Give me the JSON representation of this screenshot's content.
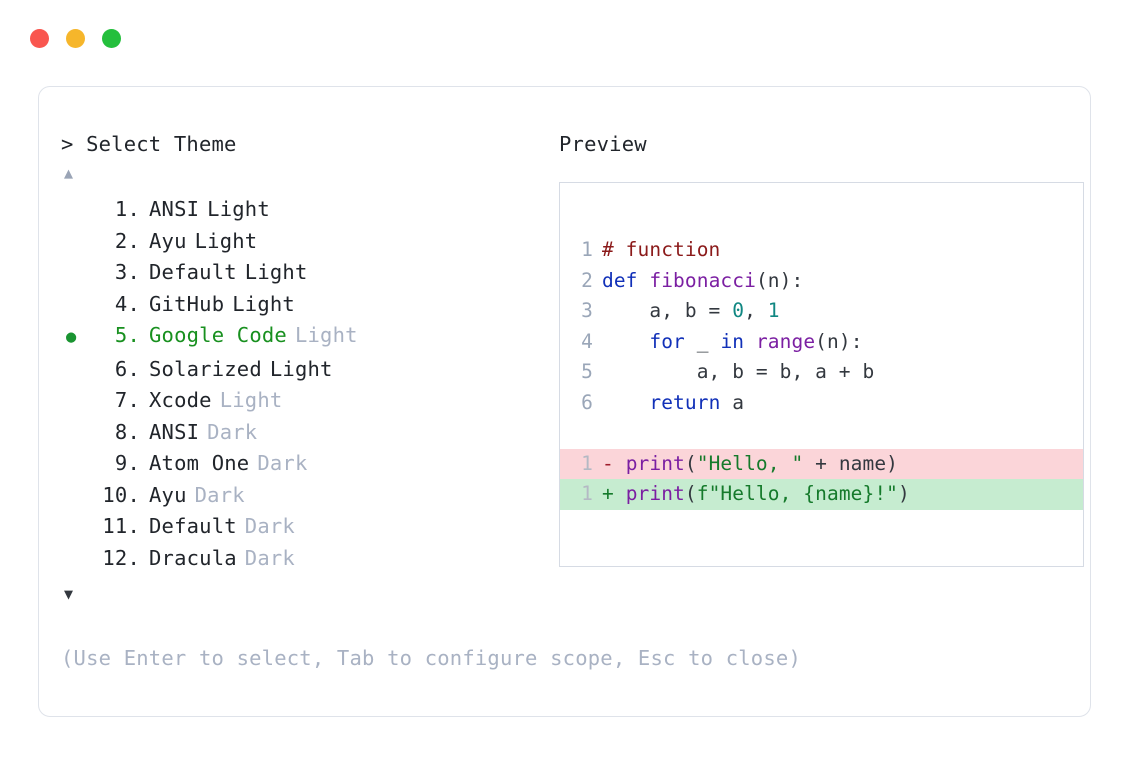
{
  "titlebar": {
    "dots": [
      {
        "name": "close-dot",
        "color": "#f9564f"
      },
      {
        "name": "minimize-dot",
        "color": "#f6b62b"
      },
      {
        "name": "maximize-dot",
        "color": "#24bf3c"
      }
    ]
  },
  "selector": {
    "prompt": "> Select Theme",
    "scroll_up": "▲",
    "scroll_down": "▼",
    "selected_index": 5,
    "bullet": "●",
    "items": [
      {
        "index": "1.",
        "name": "ANSI",
        "variant": "Light",
        "variant_muted": false,
        "selected": false
      },
      {
        "index": "2.",
        "name": "Ayu",
        "variant": "Light",
        "variant_muted": false,
        "selected": false
      },
      {
        "index": "3.",
        "name": "Default",
        "variant": "Light",
        "variant_muted": false,
        "selected": false
      },
      {
        "index": "4.",
        "name": "GitHub",
        "variant": "Light",
        "variant_muted": false,
        "selected": false
      },
      {
        "index": "5.",
        "name": "Google Code",
        "variant": "Light",
        "variant_muted": true,
        "selected": true
      },
      {
        "index": "6.",
        "name": "Solarized",
        "variant": "Light",
        "variant_muted": false,
        "selected": false
      },
      {
        "index": "7.",
        "name": "Xcode",
        "variant": "Light",
        "variant_muted": true,
        "selected": false
      },
      {
        "index": "8.",
        "name": "ANSI",
        "variant": "Dark",
        "variant_muted": true,
        "selected": false
      },
      {
        "index": "9.",
        "name": "Atom One",
        "variant": "Dark",
        "variant_muted": true,
        "selected": false
      },
      {
        "index": "10.",
        "name": "Ayu",
        "variant": "Dark",
        "variant_muted": true,
        "selected": false
      },
      {
        "index": "11.",
        "name": "Default",
        "variant": "Dark",
        "variant_muted": true,
        "selected": false
      },
      {
        "index": "12.",
        "name": "Dracula",
        "variant": "Dark",
        "variant_muted": true,
        "selected": false
      }
    ],
    "hint": "(Use Enter to select, Tab to configure scope, Esc to close)"
  },
  "preview": {
    "label": "Preview",
    "code_lines": [
      {
        "ln": "1",
        "tokens": [
          {
            "t": "# function",
            "c": "comment"
          }
        ]
      },
      {
        "ln": "2",
        "tokens": [
          {
            "t": "def ",
            "c": "kw"
          },
          {
            "t": "fibonacci",
            "c": "fn"
          },
          {
            "t": "(n):",
            "c": "punct"
          }
        ]
      },
      {
        "ln": "3",
        "tokens": [
          {
            "t": "    a, b = ",
            "c": "plain"
          },
          {
            "t": "0",
            "c": "num"
          },
          {
            "t": ", ",
            "c": "plain"
          },
          {
            "t": "1",
            "c": "num"
          }
        ]
      },
      {
        "ln": "4",
        "tokens": [
          {
            "t": "    ",
            "c": "plain"
          },
          {
            "t": "for",
            "c": "kw"
          },
          {
            "t": " _ ",
            "c": "plain"
          },
          {
            "t": "in",
            "c": "kw"
          },
          {
            "t": " ",
            "c": "plain"
          },
          {
            "t": "range",
            "c": "fn"
          },
          {
            "t": "(n):",
            "c": "punct"
          }
        ]
      },
      {
        "ln": "5",
        "tokens": [
          {
            "t": "        a, b = b, a + b",
            "c": "plain"
          }
        ]
      },
      {
        "ln": "6",
        "tokens": [
          {
            "t": "    ",
            "c": "plain"
          },
          {
            "t": "return",
            "c": "kw"
          },
          {
            "t": " a",
            "c": "plain"
          }
        ]
      }
    ],
    "diff_lines": [
      {
        "ln": "1",
        "kind": "del",
        "tokens": [
          {
            "t": "- ",
            "c": "del"
          },
          {
            "t": "print",
            "c": "fn"
          },
          {
            "t": "(",
            "c": "punct"
          },
          {
            "t": "\"Hello, \"",
            "c": "str"
          },
          {
            "t": " + name)",
            "c": "plain"
          }
        ]
      },
      {
        "ln": "1",
        "kind": "add",
        "tokens": [
          {
            "t": "+ ",
            "c": "add"
          },
          {
            "t": "print",
            "c": "fn"
          },
          {
            "t": "(",
            "c": "punct"
          },
          {
            "t": "f\"Hello, {name}!\"",
            "c": "str"
          },
          {
            "t": ")",
            "c": "punct"
          }
        ]
      }
    ]
  },
  "colors": {
    "card_border": "#dfe3ea",
    "panel_border": "#d6dbe4",
    "muted_text": "#a9b2c3",
    "primary_text": "#21252b",
    "accent_green": "#18901f",
    "diff_del_bg": "#fbd5d9",
    "diff_add_bg": "#c6ecd0"
  }
}
